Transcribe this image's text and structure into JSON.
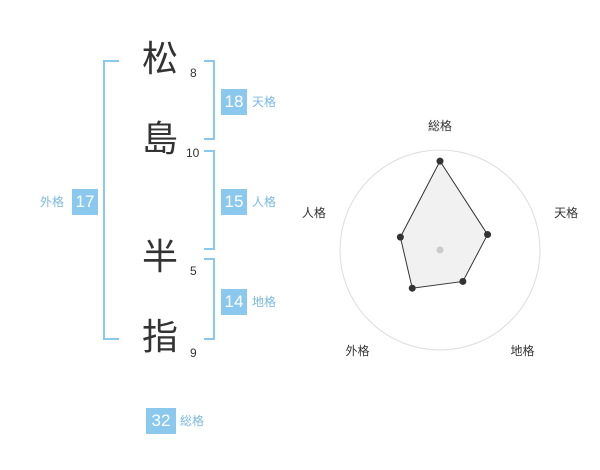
{
  "name": {
    "chars": [
      {
        "char": "松",
        "strokes": "8"
      },
      {
        "char": "島",
        "strokes": "10"
      },
      {
        "char": "半",
        "strokes": "5"
      },
      {
        "char": "指",
        "strokes": "9"
      }
    ]
  },
  "kaku": {
    "tenkaku": {
      "value": "18",
      "label": "天格"
    },
    "jinkaku": {
      "value": "15",
      "label": "人格"
    },
    "chikaku": {
      "value": "14",
      "label": "地格"
    },
    "gaikaku": {
      "value": "17",
      "label": "外格"
    },
    "soukaku": {
      "value": "32",
      "label": "総格"
    }
  },
  "chart_data": {
    "type": "radar",
    "axes": [
      "総格",
      "天格",
      "地格",
      "外格",
      "人格"
    ],
    "values": [
      32,
      18,
      14,
      17,
      15
    ],
    "max": 36,
    "rings": 5,
    "colors": {
      "fill": "#eeeeee",
      "line": "#333333",
      "ring": "#dddddd",
      "accent": "#8ac8ee"
    }
  }
}
